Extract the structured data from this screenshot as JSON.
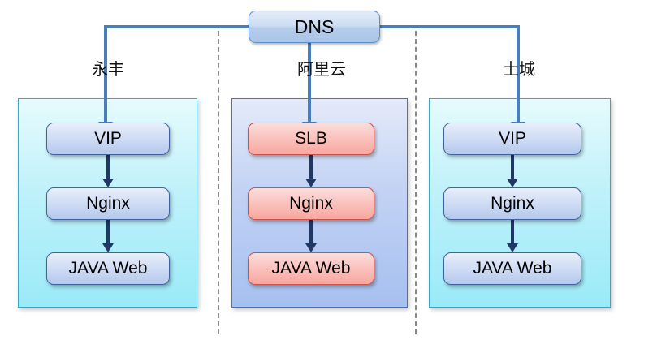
{
  "diagram": {
    "root": {
      "label": "DNS",
      "name": "dns-node"
    },
    "colors": {
      "connector_blue": "#4a7ebb",
      "internal_arrow_navy": "#1f3864",
      "panel_cyan_border": "#3aa8c4",
      "panel_blue_border": "#4a74b5",
      "node_blue_border": "#41629c",
      "node_red_border": "#c9534f",
      "divider_gray": "#8a8a8a"
    },
    "regions": [
      {
        "id": "yongfeng",
        "caption": "永丰",
        "panel_style": "cyan",
        "node_style": "blue",
        "nodes": [
          {
            "label": "VIP"
          },
          {
            "label": "Nginx"
          },
          {
            "label": "JAVA Web"
          }
        ]
      },
      {
        "id": "aliyun",
        "caption": "阿里云",
        "panel_style": "blue",
        "node_style": "red",
        "nodes": [
          {
            "label": "SLB"
          },
          {
            "label": "Nginx"
          },
          {
            "label": "JAVA Web"
          }
        ]
      },
      {
        "id": "tucheng",
        "caption": "土城",
        "panel_style": "cyan",
        "node_style": "blue",
        "nodes": [
          {
            "label": "VIP"
          },
          {
            "label": "Nginx"
          },
          {
            "label": "JAVA Web"
          }
        ]
      }
    ]
  }
}
